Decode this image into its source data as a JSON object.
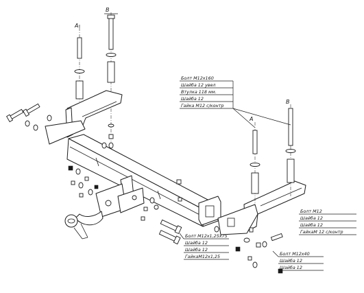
{
  "labels": {
    "axis_a_left": "A",
    "axis_b_left": "B",
    "axis_a_right": "A",
    "axis_b_right": "B"
  },
  "callouts": {
    "top_right": [
      "Болт М12х160",
      "Шайба 12 увел",
      "Втулка 118 мм.",
      "Шайба 12",
      "Гайка М12 с/контр"
    ],
    "right": [
      "Болт М12",
      "Шайба 12",
      "Шайба 12",
      "ГайкаМ 12 с/контр"
    ],
    "bottom_center": [
      "Болт М12х1,25х75",
      "Шайба 12",
      "Шайба 12",
      "ГайкаМ12х1,25"
    ],
    "bottom_right": [
      "Болт М12х40",
      "Шайба 12",
      "Шайба 12"
    ]
  }
}
